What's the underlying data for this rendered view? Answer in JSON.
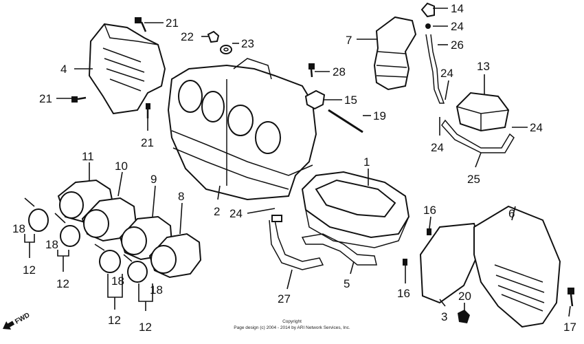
{
  "diagram": {
    "labels": {
      "p1": "1",
      "p2": "2",
      "p3": "3",
      "p4": "4",
      "p5": "5",
      "p6": "6",
      "p7": "7",
      "p8": "8",
      "p9": "9",
      "p10": "10",
      "p11": "11",
      "p13": "13",
      "p14": "14",
      "p15": "15",
      "p16": "16",
      "p17": "17",
      "p19": "19",
      "p20": "20",
      "p22": "22",
      "p23": "23",
      "p25": "25",
      "p26": "26",
      "p27": "27",
      "p28": "28",
      "p21a": "21",
      "p21b": "21",
      "p21c": "21",
      "p24a": "24",
      "p24b": "24",
      "p24c": "24",
      "p24d": "24",
      "p24e": "24",
      "p16b": "16",
      "p18a": "18",
      "p18b": "18",
      "p18c": "18",
      "p18d": "18",
      "p12a": "12",
      "p12b": "12",
      "p12c": "12",
      "p12d": "12"
    },
    "fwd": "FWD",
    "copyright_line1": "Copyright",
    "copyright_line2": "Page design (c) 2004 - 2014 by ARI Network Services, Inc."
  }
}
